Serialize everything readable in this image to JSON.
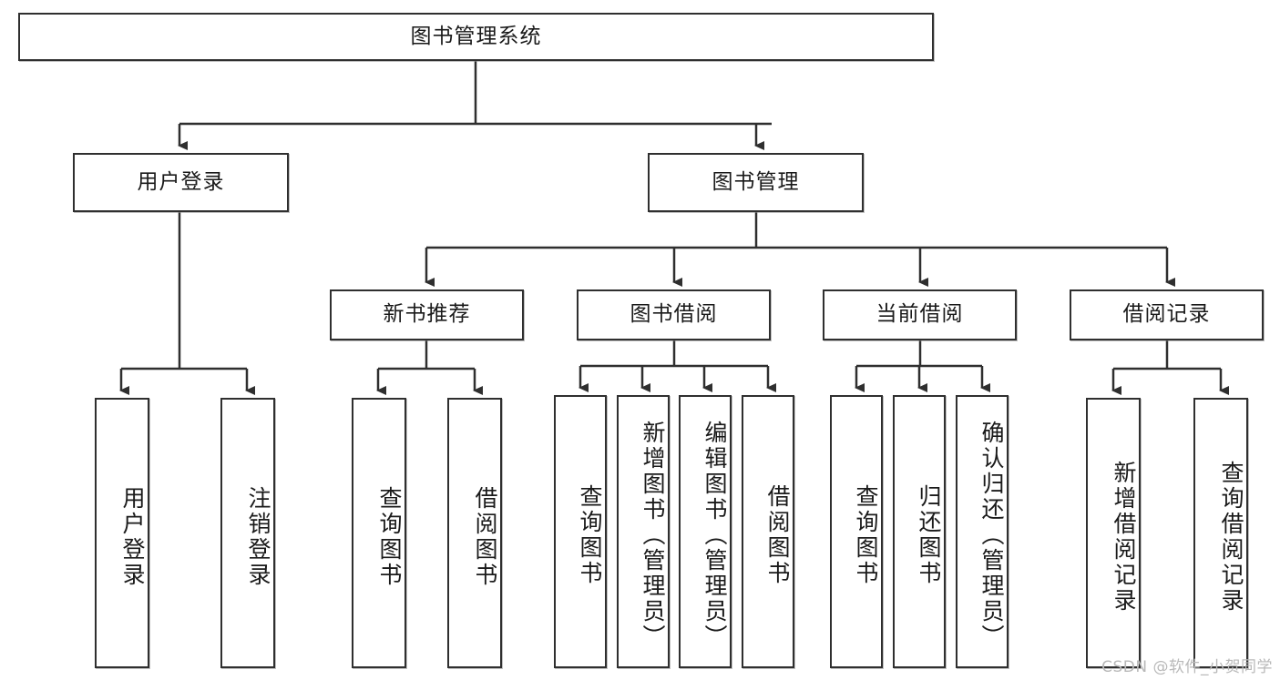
{
  "diagram": {
    "title": "图书管理系统",
    "type": "tree",
    "watermark": "CSDN @软件_小贺同学",
    "colors": {
      "box_border": "#2f2f2f",
      "box_fill": "#ffffff",
      "edge": "#2f2f2f",
      "text": "#1a1a1a",
      "watermark": "#b9b9b9"
    },
    "nodes": {
      "root": {
        "label": "图书管理系统",
        "level": 1
      },
      "l2": [
        {
          "id": "user_login",
          "label": "用户登录",
          "level": 2
        },
        {
          "id": "book_manage",
          "label": "图书管理",
          "level": 2
        }
      ],
      "l3": [
        {
          "id": "new_book_rec",
          "label": "新书推荐",
          "level": 3,
          "parent": "book_manage"
        },
        {
          "id": "book_borrow",
          "label": "图书借阅",
          "level": 3,
          "parent": "book_manage"
        },
        {
          "id": "current_borrow",
          "label": "当前借阅",
          "level": 3,
          "parent": "book_manage"
        },
        {
          "id": "borrow_record",
          "label": "借阅记录",
          "level": 3,
          "parent": "book_manage"
        }
      ],
      "leaves": [
        {
          "id": "leaf_user_login",
          "label": "用户登录",
          "parent": "user_login"
        },
        {
          "id": "leaf_logout",
          "label": "注销登录",
          "parent": "user_login"
        },
        {
          "id": "leaf_query_book_1",
          "label": "查询图书",
          "parent": "new_book_rec"
        },
        {
          "id": "leaf_borrow_book_1",
          "label": "借阅图书",
          "parent": "new_book_rec"
        },
        {
          "id": "leaf_query_book_2",
          "label": "查询图书",
          "parent": "book_borrow"
        },
        {
          "id": "leaf_add_book",
          "label": "新增图书（管理员）",
          "parent": "book_borrow"
        },
        {
          "id": "leaf_edit_book",
          "label": "编辑图书（管理员）",
          "parent": "book_borrow"
        },
        {
          "id": "leaf_borrow_book_2",
          "label": "借阅图书",
          "parent": "book_borrow"
        },
        {
          "id": "leaf_query_book_3",
          "label": "查询图书",
          "parent": "current_borrow"
        },
        {
          "id": "leaf_return_book",
          "label": "归还图书",
          "parent": "current_borrow"
        },
        {
          "id": "leaf_confirm_return",
          "label": "确认归还（管理员）",
          "parent": "current_borrow"
        },
        {
          "id": "leaf_add_record",
          "label": "新增借阅记录",
          "parent": "borrow_record"
        },
        {
          "id": "leaf_query_record",
          "label": "查询借阅记录",
          "parent": "borrow_record"
        }
      ]
    }
  }
}
